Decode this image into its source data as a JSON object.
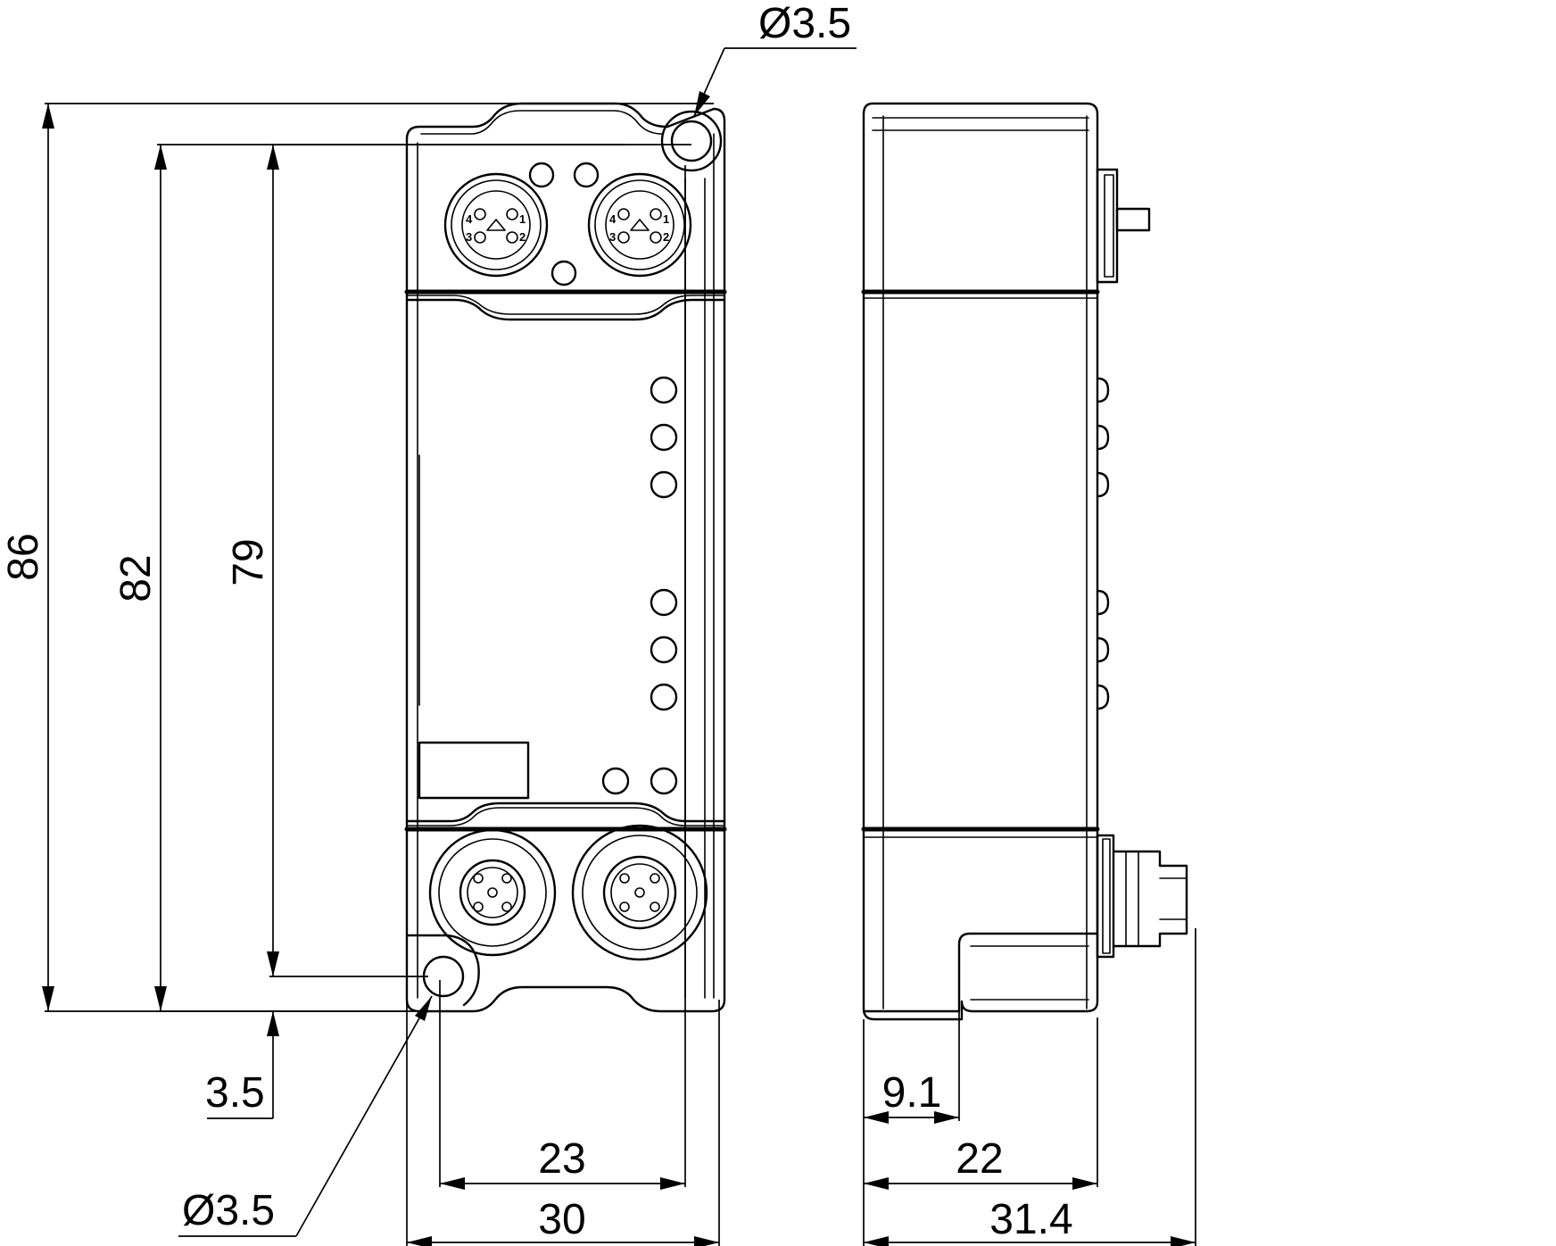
{
  "dimensions": {
    "height_overall": "86",
    "height_hole_to_hole_outer": "82",
    "height_hole_to_hole": "79",
    "hole_offset_bottom": "3.5",
    "hole_diameter_top": "Ø3.5",
    "hole_diameter_bottom": "Ø3.5",
    "width_hole_spacing": "23",
    "width_overall": "30",
    "depth_step": "9.1",
    "depth_body": "22",
    "depth_overall": "31.4"
  },
  "connector_pins": {
    "top_left": [
      "1",
      "2",
      "3",
      "4"
    ],
    "top_right": [
      "1",
      "2",
      "3",
      "4"
    ]
  }
}
